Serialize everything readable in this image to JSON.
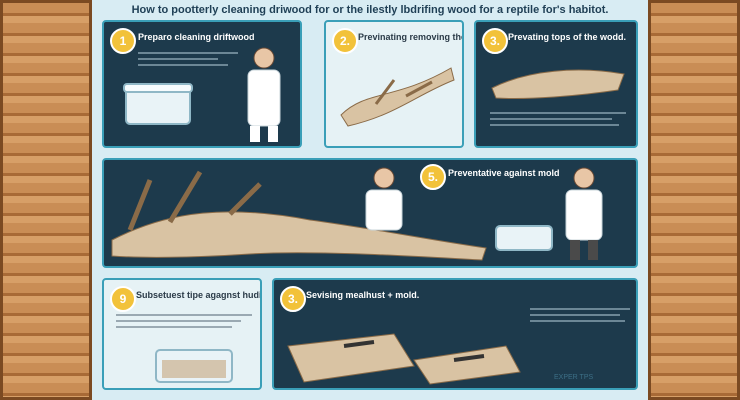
{
  "title": "How to pootterly cleaning driwood for or the ilestly lbdrifing wood for a reptile for's habitot.",
  "panels": [
    {
      "number": "1",
      "title": "Preparo cleaning driftwood"
    },
    {
      "number": "2.",
      "title": "Previnating removing the wood."
    },
    {
      "number": "3.",
      "title": "Prevating tops of the wodd."
    },
    {
      "number": "5.",
      "title": "Preventative against mold"
    },
    {
      "number": "9",
      "title": "Subsetuest tipe agagnst hudiuoh."
    },
    {
      "number": "3.",
      "title": "Sevising mealhust + mold."
    }
  ],
  "footer": {
    "tips": "EXPER TPS"
  },
  "colors": {
    "accent": "#3a9fb8",
    "badge": "#f2c23a",
    "panel_dark": "#1d3a4c",
    "wood": "#d9c3a3"
  }
}
